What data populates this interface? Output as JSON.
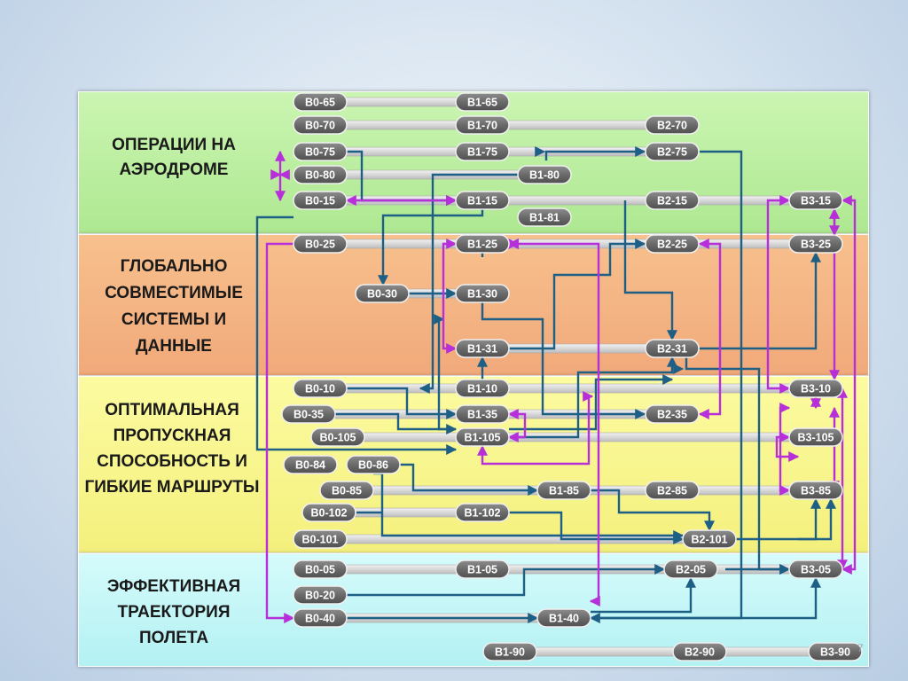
{
  "title": "АРХИТЕКТУРА ASBU",
  "bands": [
    {
      "label": "ОПЕРАЦИИ НА АЭРОДРОМЕ",
      "color": "#b9ee9d"
    },
    {
      "label": "ГЛОБАЛЬНО СОВМЕСТИМЫЕ СИСТЕМЫ И ДАННЫЕ",
      "color": "#f3b382"
    },
    {
      "label": "ОПТИМАЛЬНАЯ ПРОПУСКНАЯ СПОСОБНОСТЬ И ГИБКИЕ МАРШРУТЫ",
      "color": "#f8f48a"
    },
    {
      "label": "ЭФФЕКТИВНАЯ ТРАЕКТОРИЯ ПОЛЕТА",
      "color": "#c4f6f7"
    }
  ],
  "modules": [
    "B0-65",
    "B1-65",
    "B0-70",
    "B1-70",
    "B2-70",
    "B0-75",
    "B1-75",
    "B2-75",
    "B0-80",
    "B1-80",
    "B0-15",
    "B1-15",
    "B2-15",
    "B3-15",
    "B1-81",
    "B0-25",
    "B1-25",
    "B2-25",
    "B3-25",
    "B0-30",
    "B1-30",
    "B1-31",
    "B2-31",
    "B0-10",
    "B1-10",
    "B3-10",
    "B0-35",
    "B1-35",
    "B2-35",
    "B0-105",
    "B1-105",
    "B3-105",
    "B0-84",
    "B0-86",
    "B0-85",
    "B1-85",
    "B2-85",
    "B3-85",
    "B0-102",
    "B1-102",
    "B0-101",
    "B2-101",
    "B0-05",
    "B1-05",
    "B2-05",
    "B3-05",
    "B0-20",
    "B0-40",
    "B1-40",
    "B1-90",
    "B2-90",
    "B3-90"
  ],
  "page_number": "7",
  "colors": {
    "link_blue": "#1e5f86",
    "link_purple": "#b62fd8",
    "pill": "#6f6f6f",
    "track": "#d4d4d4"
  }
}
